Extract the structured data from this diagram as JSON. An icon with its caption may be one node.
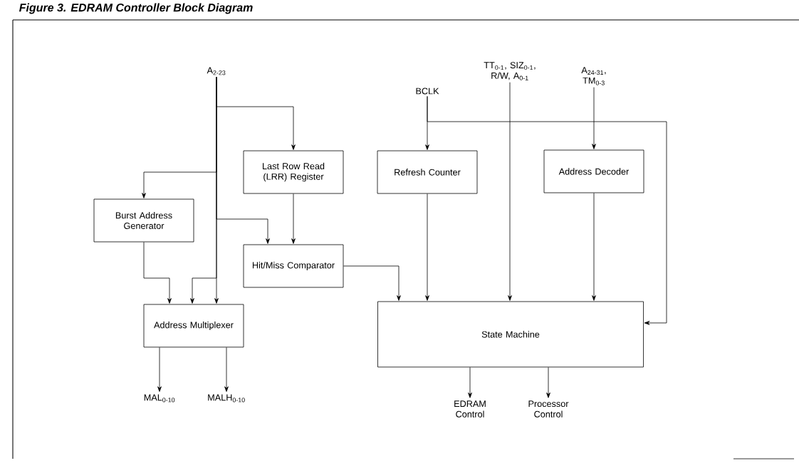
{
  "diagram": {
    "title": "Figure 3. EDRAM Controller Block Diagram",
    "nodes": [
      {
        "text": [
          "A$_{2-23}$"
        ]
      },
      {
        "text": [
          "BCLK"
        ]
      },
      {
        "text": [
          "TT$_{0-1}$, SIZ$_{0-1}$, R/W, A$_{0-1}$"
        ]
      },
      {
        "text": [
          "A$_{24-31}$, TM$_{0-3}$"
        ]
      },
      {
        "text": [
          "Last Row Read (LRR) Register"
        ]
      },
      {
        "text": [
          "Refresh Counter"
        ]
      },
      {
        "text": [
          "Address Decoder"
        ]
      },
      {
        "text": [
          "Burst Address Generator"
        ]
      },
      {
        "text": [
          "Hit/Miss Comparator"
        ]
      },
      {
        "text": [
          "Address Multiplexer"
        ]
      },
      {
        "text": [
          "State Machine"
        ]
      },
      {
        "text": [
          "MAL$_{0-10}$"
        ]
      },
      {
        "text": [
          "MALH$_{0-10}$"
        ]
      },
      {
        "text": [
          "EDRAM Control"
        ]
      },
      {
        "text": [
          "Processor Control"
        ]
      }
    ],
    "edges": [
      {
        "from": 0,
        "to": 4,
        "arrow": "to"
      },
      {
        "from": 0,
        "to": 7,
        "arrow": "to"
      },
      {
        "from": 0,
        "to": 8,
        "arrow": "to"
      },
      {
        "from": 0,
        "to": 9,
        "arrow": "to"
      },
      {
        "from": 0,
        "to": 9,
        "arrow": "to"
      },
      {
        "from": 7,
        "to": 9,
        "arrow": "to"
      },
      {
        "from": 4,
        "to": 8,
        "arrow": "to"
      },
      {
        "from": 1,
        "to": 5,
        "arrow": "to"
      },
      {
        "from": 1,
        "to": 10,
        "arrow": "to"
      },
      {
        "from": 2,
        "to": 10,
        "arrow": "to"
      },
      {
        "from": 3,
        "to": 6,
        "arrow": "to"
      },
      {
        "from": 5,
        "to": 10,
        "arrow": "to"
      },
      {
        "from": 8,
        "to": 10,
        "arrow": "to"
      },
      {
        "from": 6,
        "to": 10,
        "arrow": "to"
      },
      {
        "from": 9,
        "to": 11,
        "arrow": "to"
      },
      {
        "from": 9,
        "to": 12,
        "arrow": "to"
      },
      {
        "from": 10,
        "to": 13,
        "arrow": "to"
      },
      {
        "from": 10,
        "to": 14,
        "arrow": "to"
      }
    ]
  }
}
